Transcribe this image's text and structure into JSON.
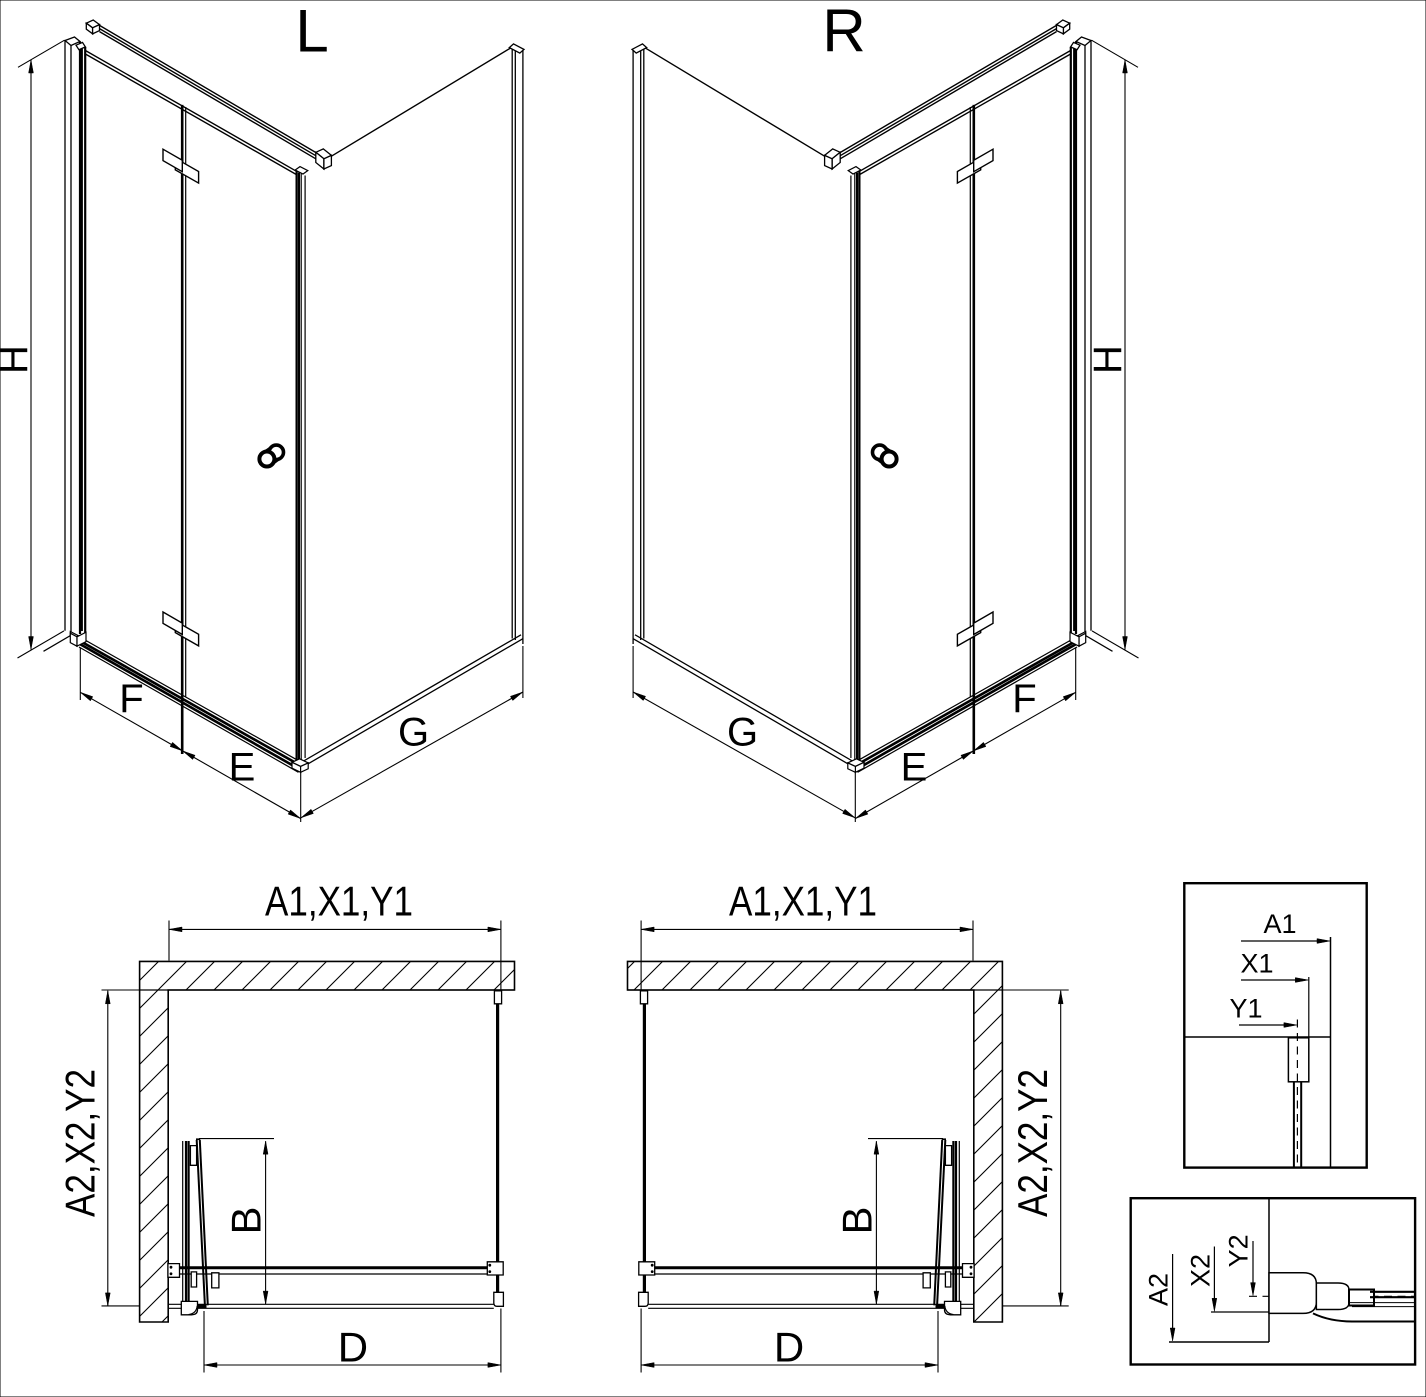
{
  "page": {
    "background": "#ffffff",
    "ink": "#000000"
  },
  "perspective_left": {
    "title": "L",
    "height_label": "H",
    "door_panel_label": "F",
    "door_inline_label": "E",
    "side_panel_label": "G"
  },
  "perspective_right": {
    "title": "R",
    "height_label": "H",
    "door_panel_label": "F",
    "door_inline_label": "E",
    "side_panel_label": "G"
  },
  "plan_left": {
    "width_label": "A1,X1,Y1",
    "depth_label": "A2,X2,Y2",
    "door_swing_label": "B",
    "entry_width_label": "D"
  },
  "plan_right": {
    "width_label": "A1,X1,Y1",
    "depth_label": "A2,X2,Y2",
    "door_swing_label": "B",
    "entry_width_label": "D"
  },
  "detail_top": {
    "dim1": "A1",
    "dim2": "X1",
    "dim3": "Y1"
  },
  "detail_bottom": {
    "dim1": "A2",
    "dim2": "X2",
    "dim3": "Y2"
  }
}
